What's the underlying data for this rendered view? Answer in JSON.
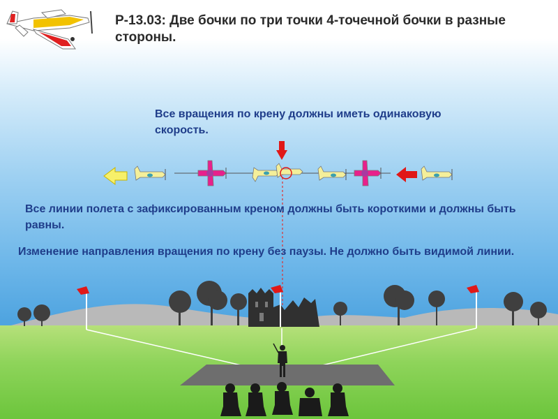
{
  "title": "Р-13.03: Две бочки по три точки 4-точечной бочки в разные стороны.",
  "notes": {
    "roll_rate": "Все вращения по крену должны иметь одинаковую скорость.",
    "fixed_bank_lines": "Все линии полета с зафиксированным креном должны быть короткими и должны быть равны.",
    "direction_change": "Изменение направления вращения по крену без паузы. Не должно быть видимой линии."
  },
  "colors": {
    "title_text": "#2a2a2a",
    "note_text": "#1f3d8a",
    "plane_yellow": "#f4ef9a",
    "plane_magenta": "#e8208c",
    "arrow_red": "#e01818",
    "arrow_yellow": "#f6f06a",
    "grass": "#7fd14a"
  },
  "icons": {
    "logo": "aerobatic-plane-icon",
    "flags": "red-flag-icon",
    "castle": "castle-ruin-icon",
    "pilot": "pilot-silhouette-icon",
    "judges": "judge-silhouette-icon"
  }
}
